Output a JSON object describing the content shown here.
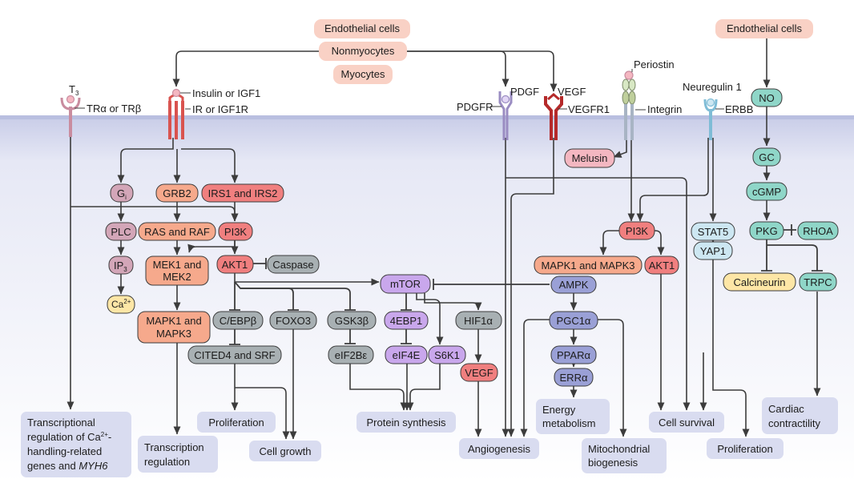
{
  "colors": {
    "salmon": "#f6a98c",
    "salmon_light": "#f9d1c5",
    "pink": "#f4b7c1",
    "rose": "#f07f7f",
    "mauve": "#d3a6b8",
    "grey": "#a8b0b3",
    "purple": "#c9a7ec",
    "purple_dark": "#9aa0d6",
    "teal": "#8fd6c8",
    "light_blue": "#cde7f2",
    "yellow": "#fde6a6",
    "outcome": "#d9dcf0",
    "membrane": "#c4c9e6"
  },
  "cell_types": [
    "Endothelial cells",
    "Nonmyocytes",
    "Myocytes"
  ],
  "endothelial_right": "Endothelial cells",
  "ligands": {
    "t3_main": "T",
    "t3_sub": "3",
    "tr": "TRα or TRβ",
    "insulin": "Insulin or IGF1",
    "ir": "IR or IGF1R",
    "pdgf": "PDGF",
    "pdgfr": "PDGFR",
    "vegf": "VEGF",
    "vegfr1": "VEGFR1",
    "periostin": "Periostin",
    "integrin": "Integrin",
    "neuregulin": "Neuregulin 1",
    "erbb": "ERBB"
  },
  "nodes": {
    "gi_main": "G",
    "gi_sub": "i",
    "grb2": "GRB2",
    "irs": "IRS1 and IRS2",
    "plc": "PLC",
    "ras_raf": "RAS and RAF",
    "pi3k_left": "PI3K",
    "ip3_main": "IP",
    "ip3_sub": "3",
    "ca_main": "Ca",
    "ca_sup": "2+",
    "mek_1": "MEK1 and",
    "mek_2": "MEK2",
    "akt1_left": "AKT1",
    "caspase": "Caspase",
    "mapk_left_1": "MAPK1 and",
    "mapk_left_2": "MAPK3",
    "cebpb": "C/EBPβ",
    "foxo3": "FOXO3",
    "gsk3b": "GSK3β",
    "mtor": "mTOR",
    "bp1": "4EBP1",
    "hif1a": "HIF1α",
    "cited4": "CITED4 and SRF",
    "eif2be": "eIF2Bε",
    "eif4e": "eIF4E",
    "s6k1": "S6K1",
    "vegf_node": "VEGF",
    "melusin": "Melusin",
    "pi3k_right": "PI3K",
    "mapk_right": "MAPK1 and MAPK3",
    "akt1_right": "AKT1",
    "ampk": "AMPK",
    "pgc1a": "PGC1α",
    "ppara": "PPARα",
    "erra": "ERRα",
    "no": "NO",
    "gc": "GC",
    "cgmp": "cGMP",
    "pkg": "PKG",
    "rhoa": "RHOA",
    "stat5": "STAT5",
    "yap1": "YAP1",
    "calcineurin": "Calcineurin",
    "trpc": "TRPC"
  },
  "outcomes": {
    "transcriptional_1": "Transcriptional",
    "transcriptional_2": "regulation of Ca",
    "transcriptional_2_sup": "2+",
    "transcriptional_2_end": "-",
    "transcriptional_3": "handling-related",
    "transcriptional_4a": "genes and ",
    "transcriptional_4b": "MYH6",
    "transcription_reg_1": "Transcription",
    "transcription_reg_2": "regulation",
    "proliferation_left": "Proliferation",
    "cell_growth": "Cell growth",
    "protein_synthesis": "Protein synthesis",
    "angiogenesis": "Angiogenesis",
    "energy_1": "Energy",
    "energy_2": "metabolism",
    "mito_1": "Mitochondrial",
    "mito_2": "biogenesis",
    "cell_survival": "Cell survival",
    "proliferation_right": "Proliferation",
    "cardiac_1": "Cardiac",
    "cardiac_2": "contractility"
  }
}
